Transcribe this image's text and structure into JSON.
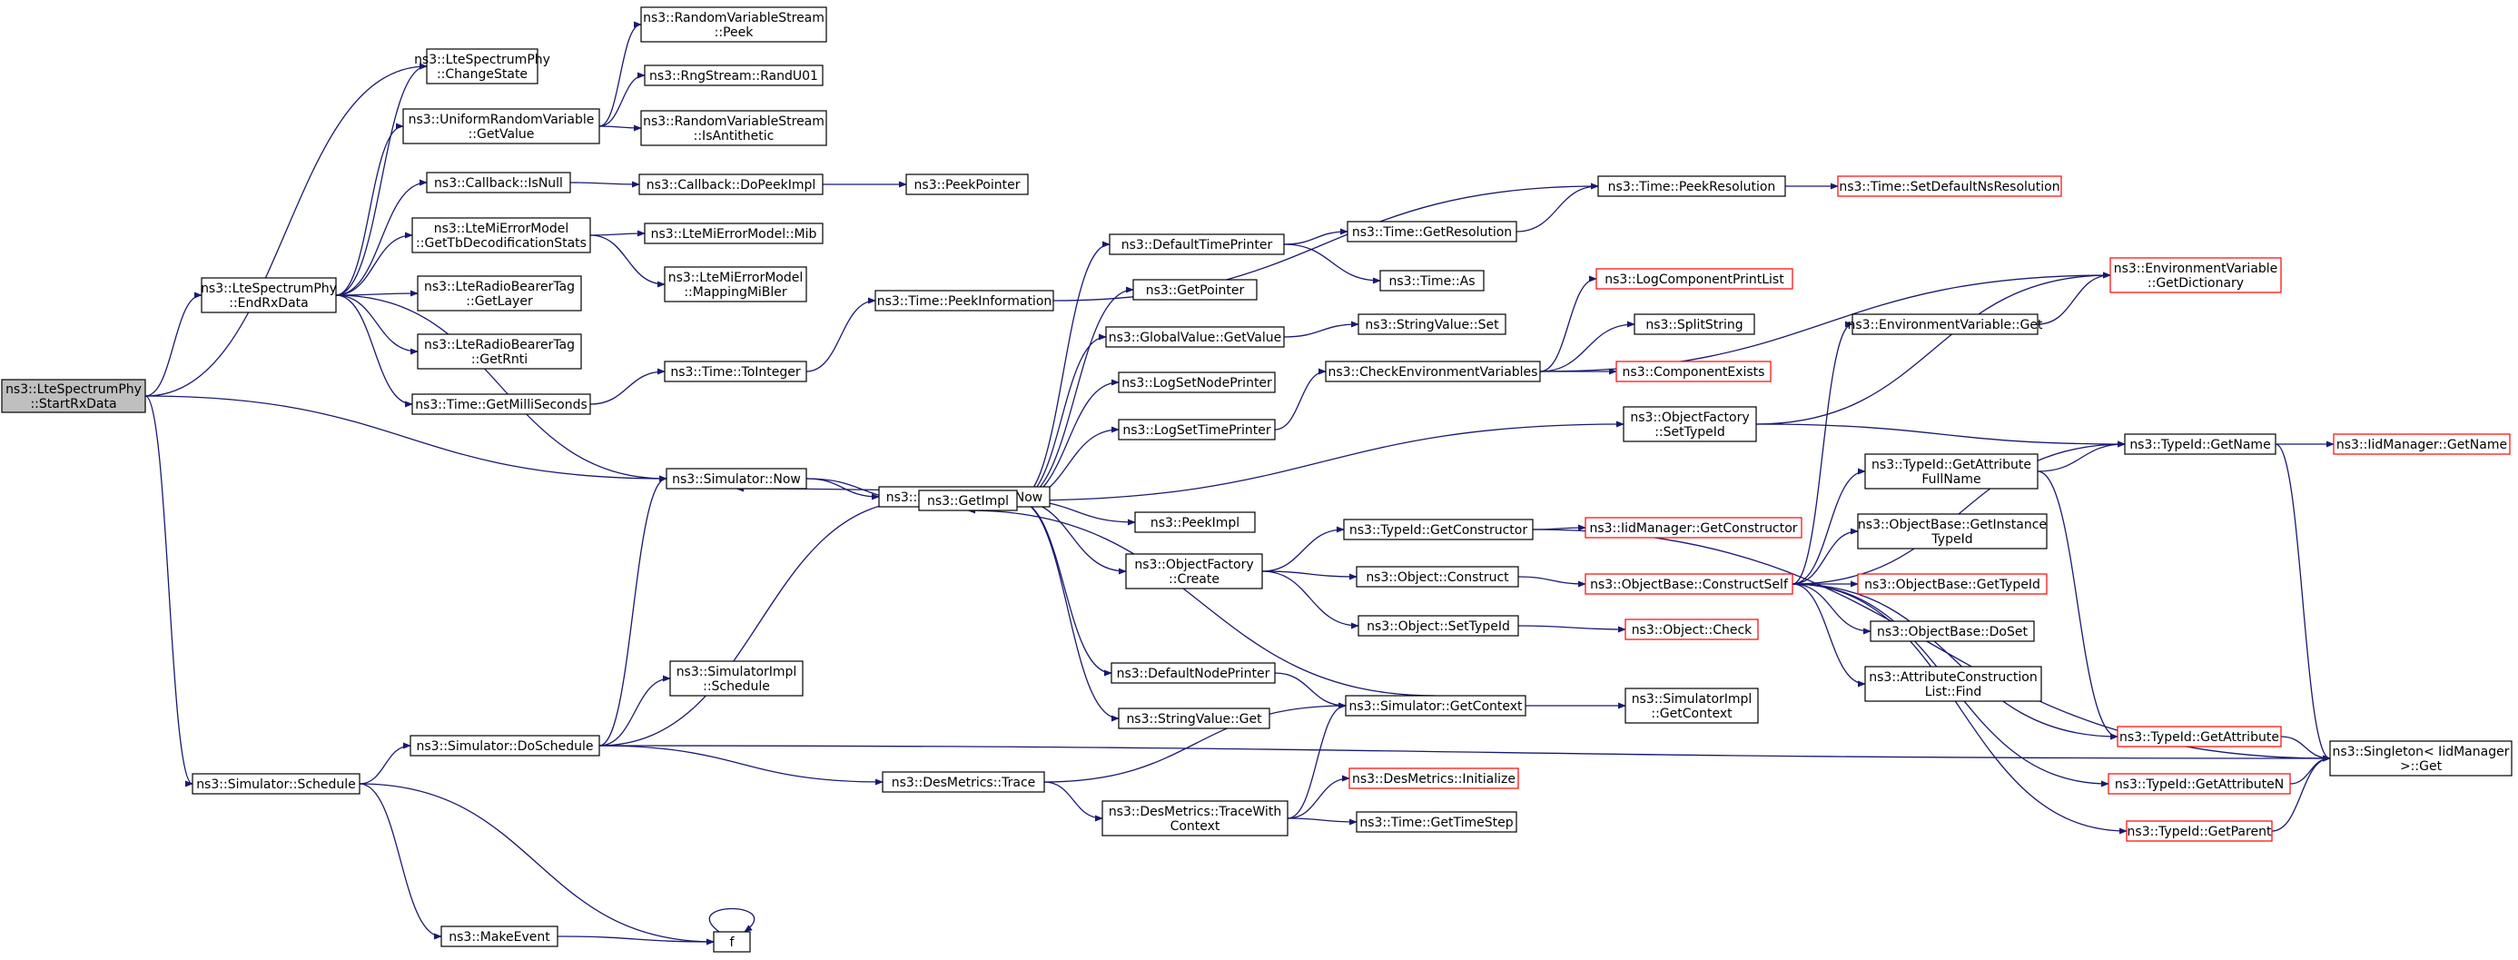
{
  "graph": {
    "edge_color": "#191970",
    "node_fill": "#ffffff",
    "root_fill": "#bfbfbf",
    "broken_link_color": "#ff0000",
    "nodes": [
      {
        "id": "startrx",
        "lines": [
          "ns3::LteSpectrumPhy",
          "::StartRxData"
        ],
        "style": "root"
      },
      {
        "id": "changestate",
        "lines": [
          "ns3::LteSpectrumPhy",
          "::ChangeState"
        ],
        "style": "normal"
      },
      {
        "id": "endrx",
        "lines": [
          "ns3::LteSpectrumPhy",
          "::EndRxData"
        ],
        "style": "normal"
      },
      {
        "id": "simnow",
        "lines": [
          "ns3::Simulator::Now"
        ],
        "style": "normal"
      },
      {
        "id": "simschedule",
        "lines": [
          "ns3::Simulator::Schedule"
        ],
        "style": "normal"
      },
      {
        "id": "urvgetvalue",
        "lines": [
          "ns3::UniformRandomVariable",
          "::GetValue"
        ],
        "style": "normal"
      },
      {
        "id": "cbisnull",
        "lines": [
          "ns3::Callback::IsNull"
        ],
        "style": "normal"
      },
      {
        "id": "gettbdecod",
        "lines": [
          "ns3::LteMiErrorModel",
          "::GetTbDecodificationStats"
        ],
        "style": "normal"
      },
      {
        "id": "getlayer",
        "lines": [
          "ns3::LteRadioBearerTag",
          "::GetLayer"
        ],
        "style": "normal"
      },
      {
        "id": "getrnti",
        "lines": [
          "ns3::LteRadioBearerTag",
          "::GetRnti"
        ],
        "style": "normal"
      },
      {
        "id": "getmillis",
        "lines": [
          "ns3::Time::GetMilliSeconds"
        ],
        "style": "normal"
      },
      {
        "id": "rvspeek",
        "lines": [
          "ns3::RandomVariableStream",
          "::Peek"
        ],
        "style": "normal"
      },
      {
        "id": "randu01",
        "lines": [
          "ns3::RngStream::RandU01"
        ],
        "style": "normal"
      },
      {
        "id": "rvsanti",
        "lines": [
          "ns3::RandomVariableStream",
          "::IsAntithetic"
        ],
        "style": "normal"
      },
      {
        "id": "cbdopeek",
        "lines": [
          "ns3::Callback::DoPeekImpl"
        ],
        "style": "normal"
      },
      {
        "id": "peekpointer",
        "lines": [
          "ns3::PeekPointer"
        ],
        "style": "normal"
      },
      {
        "id": "mib",
        "lines": [
          "ns3::LteMiErrorModel::Mib"
        ],
        "style": "normal"
      },
      {
        "id": "mappingmibler",
        "lines": [
          "ns3::LteMiErrorModel",
          "::MappingMiBler"
        ],
        "style": "normal"
      },
      {
        "id": "tointeger",
        "lines": [
          "ns3::Time::ToInteger"
        ],
        "style": "normal"
      },
      {
        "id": "peekinfo",
        "lines": [
          "ns3::Time::PeekInformation"
        ],
        "style": "normal"
      },
      {
        "id": "simimplnow",
        "lines": [
          "ns3::SimulatorImpl::Now"
        ],
        "style": "normal"
      },
      {
        "id": "getimpl",
        "lines": [
          "ns3::GetImpl"
        ],
        "style": "normal"
      },
      {
        "id": "doschedule",
        "lines": [
          "ns3::Simulator::DoSchedule"
        ],
        "style": "normal"
      },
      {
        "id": "makeevent",
        "lines": [
          "ns3::MakeEvent"
        ],
        "style": "normal"
      },
      {
        "id": "f",
        "lines": [
          "f"
        ],
        "style": "normal"
      },
      {
        "id": "simimplschedule",
        "lines": [
          "ns3::SimulatorImpl",
          "::Schedule"
        ],
        "style": "normal"
      },
      {
        "id": "destrace",
        "lines": [
          "ns3::DesMetrics::Trace"
        ],
        "style": "normal"
      },
      {
        "id": "destracewith",
        "lines": [
          "ns3::DesMetrics::TraceWith",
          "Context"
        ],
        "style": "normal"
      },
      {
        "id": "desinit",
        "lines": [
          "ns3::DesMetrics::Initialize"
        ],
        "style": "red"
      },
      {
        "id": "gettimestep",
        "lines": [
          "ns3::Time::GetTimeStep"
        ],
        "style": "normal"
      },
      {
        "id": "deftimeprinter",
        "lines": [
          "ns3::DefaultTimePrinter"
        ],
        "style": "normal"
      },
      {
        "id": "getpointer",
        "lines": [
          "ns3::GetPointer"
        ],
        "style": "normal"
      },
      {
        "id": "gvgetvalue",
        "lines": [
          "ns3::GlobalValue::GetValue"
        ],
        "style": "normal"
      },
      {
        "id": "logsetnode",
        "lines": [
          "ns3::LogSetNodePrinter"
        ],
        "style": "normal"
      },
      {
        "id": "logsettime",
        "lines": [
          "ns3::LogSetTimePrinter"
        ],
        "style": "normal"
      },
      {
        "id": "peekimpl",
        "lines": [
          "ns3::PeekImpl"
        ],
        "style": "normal"
      },
      {
        "id": "ofcreate",
        "lines": [
          "ns3::ObjectFactory",
          "::Create"
        ],
        "style": "normal"
      },
      {
        "id": "defnodeprinter",
        "lines": [
          "ns3::DefaultNodePrinter"
        ],
        "style": "normal"
      },
      {
        "id": "svget",
        "lines": [
          "ns3::StringValue::Get"
        ],
        "style": "normal"
      },
      {
        "id": "timegetres",
        "lines": [
          "ns3::Time::GetResolution"
        ],
        "style": "normal"
      },
      {
        "id": "timeas",
        "lines": [
          "ns3::Time::As"
        ],
        "style": "normal"
      },
      {
        "id": "svset",
        "lines": [
          "ns3::StringValue::Set"
        ],
        "style": "normal"
      },
      {
        "id": "checkenv",
        "lines": [
          "ns3::CheckEnvironmentVariables"
        ],
        "style": "normal"
      },
      {
        "id": "ofsettypeid",
        "lines": [
          "ns3::ObjectFactory",
          "::SetTypeId"
        ],
        "style": "normal"
      },
      {
        "id": "tidgetctor",
        "lines": [
          "ns3::TypeId::GetConstructor"
        ],
        "style": "normal"
      },
      {
        "id": "objconstruct",
        "lines": [
          "ns3::Object::Construct"
        ],
        "style": "normal"
      },
      {
        "id": "objsettypeid",
        "lines": [
          "ns3::Object::SetTypeId"
        ],
        "style": "normal"
      },
      {
        "id": "simgetcontext",
        "lines": [
          "ns3::Simulator::GetContext"
        ],
        "style": "normal"
      },
      {
        "id": "timepeekres",
        "lines": [
          "ns3::Time::PeekResolution"
        ],
        "style": "normal"
      },
      {
        "id": "timesetdefault",
        "lines": [
          "ns3::Time::SetDefaultNsResolution"
        ],
        "style": "red"
      },
      {
        "id": "logcplist",
        "lines": [
          "ns3::LogComponentPrintList"
        ],
        "style": "red"
      },
      {
        "id": "splitstring",
        "lines": [
          "ns3::SplitString"
        ],
        "style": "normal"
      },
      {
        "id": "compexists",
        "lines": [
          "ns3::ComponentExists"
        ],
        "style": "red"
      },
      {
        "id": "iidgetctor",
        "lines": [
          "ns3::IidManager::GetConstructor"
        ],
        "style": "red"
      },
      {
        "id": "obconstructself",
        "lines": [
          "ns3::ObjectBase::ConstructSelf"
        ],
        "style": "red"
      },
      {
        "id": "objcheck",
        "lines": [
          "ns3::Object::Check"
        ],
        "style": "red"
      },
      {
        "id": "simimplgetctx",
        "lines": [
          "ns3::SimulatorImpl",
          "::GetContext"
        ],
        "style": "normal"
      },
      {
        "id": "envget",
        "lines": [
          "ns3::EnvironmentVariable::Get"
        ],
        "style": "normal"
      },
      {
        "id": "envgetdict",
        "lines": [
          "ns3::EnvironmentVariable",
          "::GetDictionary"
        ],
        "style": "red"
      },
      {
        "id": "tidgetattrfull",
        "lines": [
          "ns3::TypeId::GetAttribute",
          "FullName"
        ],
        "style": "normal"
      },
      {
        "id": "obgetinstance",
        "lines": [
          "ns3::ObjectBase::GetInstance",
          "TypeId"
        ],
        "style": "normal"
      },
      {
        "id": "obgettypeid",
        "lines": [
          "ns3::ObjectBase::GetTypeId"
        ],
        "style": "red"
      },
      {
        "id": "obdoset",
        "lines": [
          "ns3::ObjectBase::DoSet"
        ],
        "style": "normal"
      },
      {
        "id": "attrconstfind",
        "lines": [
          "ns3::AttributeConstruction",
          "List::Find"
        ],
        "style": "normal"
      },
      {
        "id": "tidgetattr",
        "lines": [
          "ns3::TypeId::GetAttribute"
        ],
        "style": "red"
      },
      {
        "id": "tidgetattrn",
        "lines": [
          "ns3::TypeId::GetAttributeN"
        ],
        "style": "red"
      },
      {
        "id": "tidgetparent",
        "lines": [
          "ns3::TypeId::GetParent"
        ],
        "style": "red"
      },
      {
        "id": "tidgetname",
        "lines": [
          "ns3::TypeId::GetName"
        ],
        "style": "normal"
      },
      {
        "id": "iidgetname",
        "lines": [
          "ns3::IidManager::GetName"
        ],
        "style": "red"
      },
      {
        "id": "singleton",
        "lines": [
          "ns3::Singleton< IidManager",
          " >::Get"
        ],
        "style": "normal"
      }
    ]
  }
}
